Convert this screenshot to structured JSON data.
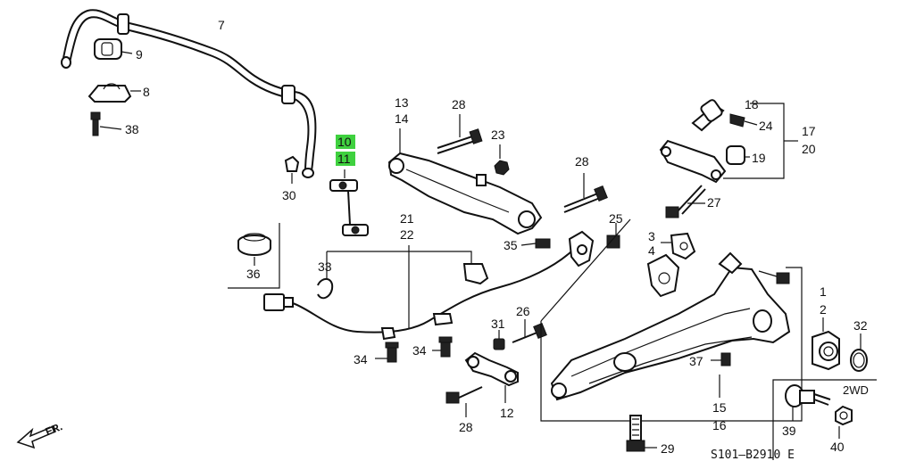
{
  "diagram": {
    "code": "S101–B2910 E",
    "direction_label": "FR.",
    "variant_label": "2WD",
    "callouts": [
      {
        "id": "c7",
        "text": "7"
      },
      {
        "id": "c9",
        "text": "9"
      },
      {
        "id": "c8",
        "text": "8"
      },
      {
        "id": "c38a",
        "text": "38"
      },
      {
        "id": "c10",
        "text": "10",
        "highlight": true
      },
      {
        "id": "c11",
        "text": "11",
        "highlight": true
      },
      {
        "id": "c30",
        "text": "30"
      },
      {
        "id": "c13",
        "text": "13"
      },
      {
        "id": "c14",
        "text": "14"
      },
      {
        "id": "c28a",
        "text": "28"
      },
      {
        "id": "c23",
        "text": "23"
      },
      {
        "id": "c28b",
        "text": "28"
      },
      {
        "id": "c18",
        "text": "18"
      },
      {
        "id": "c24",
        "text": "24"
      },
      {
        "id": "c17",
        "text": "17"
      },
      {
        "id": "c20",
        "text": "20"
      },
      {
        "id": "c19",
        "text": "19"
      },
      {
        "id": "c27",
        "text": "27"
      },
      {
        "id": "c21",
        "text": "21"
      },
      {
        "id": "c22",
        "text": "22"
      },
      {
        "id": "c25",
        "text": "25"
      },
      {
        "id": "c35",
        "text": "35"
      },
      {
        "id": "c3",
        "text": "3"
      },
      {
        "id": "c4",
        "text": "4"
      },
      {
        "id": "c36",
        "text": "36"
      },
      {
        "id": "c33",
        "text": "33"
      },
      {
        "id": "c1",
        "text": "1"
      },
      {
        "id": "c2",
        "text": "2"
      },
      {
        "id": "c32",
        "text": "32"
      },
      {
        "id": "c31",
        "text": "31"
      },
      {
        "id": "c26",
        "text": "26"
      },
      {
        "id": "c34a",
        "text": "34"
      },
      {
        "id": "c34b",
        "text": "34"
      },
      {
        "id": "c37",
        "text": "37"
      },
      {
        "id": "c12",
        "text": "12"
      },
      {
        "id": "c15",
        "text": "15"
      },
      {
        "id": "c16",
        "text": "16"
      },
      {
        "id": "c28c",
        "text": "28"
      },
      {
        "id": "c29",
        "text": "29"
      },
      {
        "id": "c39",
        "text": "39"
      },
      {
        "id": "c40",
        "text": "40"
      }
    ]
  }
}
